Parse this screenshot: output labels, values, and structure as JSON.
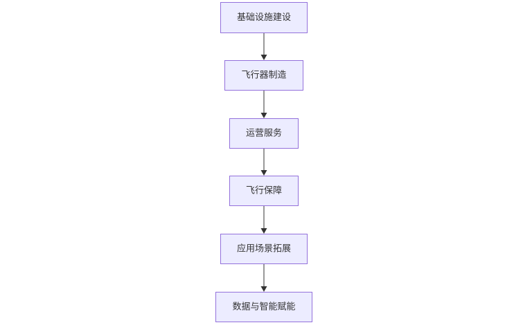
{
  "flowchart": {
    "direction": "top-to-bottom",
    "nodes": [
      {
        "id": "n1",
        "label": "基础设施建设"
      },
      {
        "id": "n2",
        "label": "飞行器制造"
      },
      {
        "id": "n3",
        "label": "运营服务"
      },
      {
        "id": "n4",
        "label": "飞行保障"
      },
      {
        "id": "n5",
        "label": "应用场景拓展"
      },
      {
        "id": "n6",
        "label": "数据与智能赋能"
      }
    ],
    "edges": [
      {
        "from": "n1",
        "to": "n2"
      },
      {
        "from": "n2",
        "to": "n3"
      },
      {
        "from": "n3",
        "to": "n4"
      },
      {
        "from": "n4",
        "to": "n5"
      },
      {
        "from": "n5",
        "to": "n6"
      }
    ],
    "colors": {
      "node_fill": "#ECECFF",
      "node_border": "#9370DB",
      "edge": "#333333",
      "text": "#333333"
    }
  }
}
